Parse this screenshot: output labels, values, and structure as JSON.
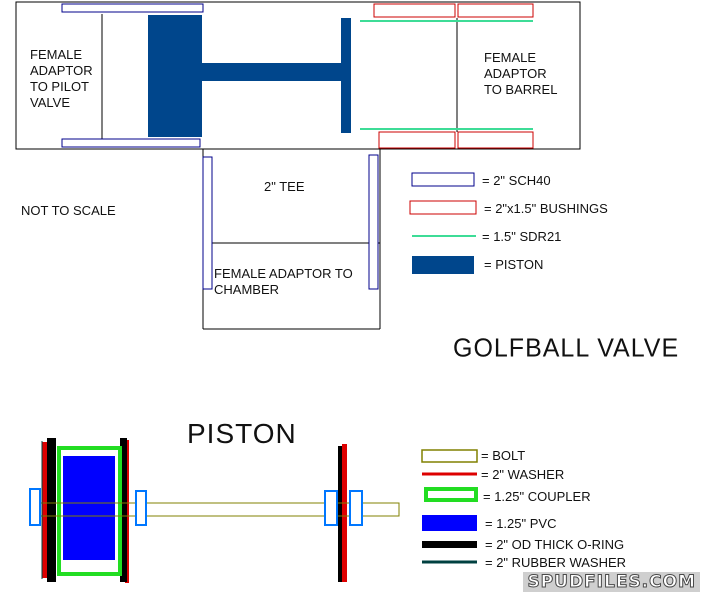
{
  "valve": {
    "pilot_label": [
      "FEMALE",
      "ADAPTOR",
      "TO PILOT",
      "VALVE"
    ],
    "barrel_label": [
      "FEMALE",
      "ADAPTOR",
      "TO BARREL"
    ],
    "tee_label": "2\" TEE",
    "chamber_label": [
      "FEMALE ADAPTOR TO",
      "CHAMBER"
    ],
    "scale_note": "NOT TO SCALE",
    "title": "GOLFBALL VALVE"
  },
  "valve_legend": [
    {
      "text": "= 2\" SCH40",
      "color": "#00008b",
      "style": "outline"
    },
    {
      "text": "= 2\"x1.5\" BUSHINGS",
      "color": "#cc0000",
      "style": "outline"
    },
    {
      "text": "= 1.5\" SDR21",
      "color": "#3ddc97",
      "style": "line"
    },
    {
      "text": "= PISTON",
      "color": "#00468c",
      "style": "fill"
    }
  ],
  "piston": {
    "title": "PISTON"
  },
  "piston_legend": [
    {
      "text": "= BOLT",
      "color": "#808000",
      "style": "outline"
    },
    {
      "text": "= 2\" WASHER",
      "color": "#dd0000",
      "style": "line"
    },
    {
      "text": "= 1.25\" COUPLER",
      "color": "#22dd22",
      "style": "thick-outline"
    },
    {
      "text": "= 1.25\" PVC",
      "color": "#0000ff",
      "style": "fill"
    },
    {
      "text": "= 2\" OD THICK O-RING",
      "color": "#000000",
      "style": "thick-line"
    },
    {
      "text": "= 2\" RUBBER WASHER",
      "color": "#004040",
      "style": "line"
    }
  ],
  "watermark": "SPUDFILES.COM"
}
